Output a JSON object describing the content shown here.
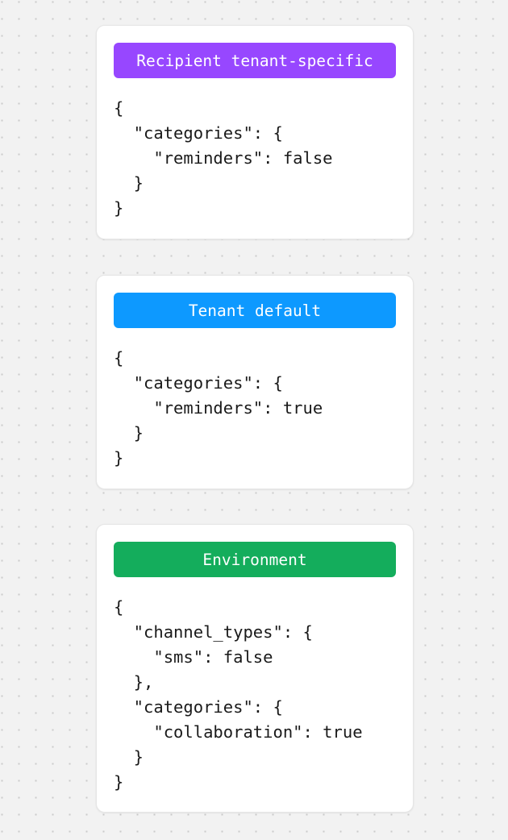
{
  "background": {
    "color": "#f2f2f2",
    "dot_color": "#cbcbcb",
    "pattern": "dot-grid"
  },
  "cards": [
    {
      "badge_label": "Recipient tenant-specific",
      "badge_color": "#9747ff",
      "code": "{\n  \"categories\": {\n    \"reminders\": false\n  }\n}"
    },
    {
      "badge_label": "Tenant default",
      "badge_color": "#0d99ff",
      "code": "{\n  \"categories\": {\n    \"reminders\": true\n  }\n}"
    },
    {
      "badge_label": "Environment",
      "badge_color": "#14ad5c",
      "code": "{\n  \"channel_types\": {\n    \"sms\": false\n  },\n  \"categories\": {\n    \"collaboration\": true\n  }\n}"
    }
  ]
}
